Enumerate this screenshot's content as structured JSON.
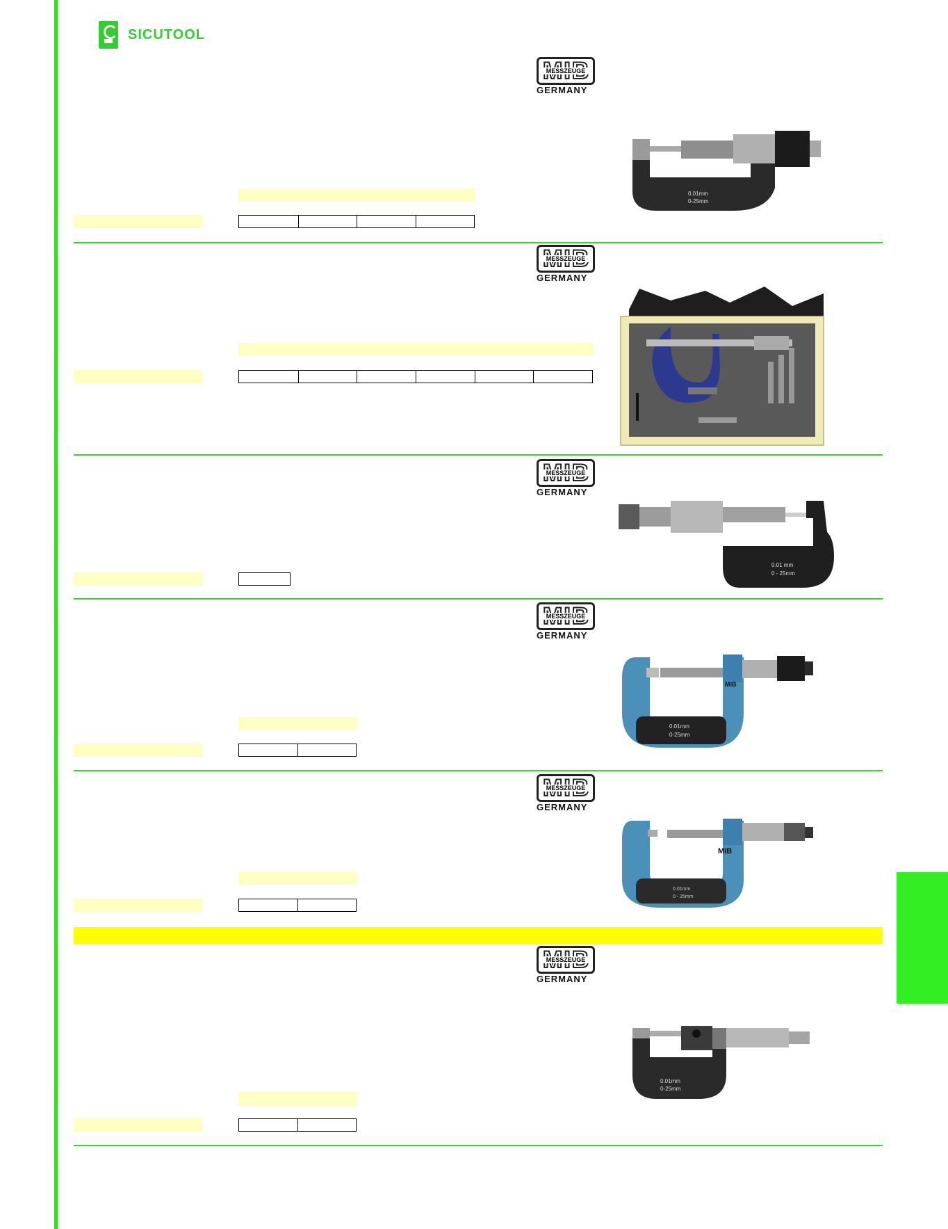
{
  "brand": {
    "name": "SICUTOOL",
    "colors": {
      "accent_green": "#33dd22",
      "label_yellow": "#ffffc4",
      "band_yellow": "#ffff00"
    }
  },
  "mib_badge": {
    "logo_word": "MIB",
    "line1": "MESSZEUGE",
    "line2": "GERMANY"
  },
  "products": [
    {
      "scale": "0.01mm",
      "range": "0-25mm"
    },
    {
      "scale": "",
      "range": ""
    },
    {
      "scale": "0.01 mm",
      "range": "0 - 25mm"
    },
    {
      "scale": "0.01mm",
      "range": "0-25mm",
      "frame_mark": "MIB"
    },
    {
      "scale": "0.01mm",
      "range": "0 - 25mm",
      "frame_mark": "MIB"
    },
    {
      "scale": "0.01mm",
      "range": "0-25mm"
    }
  ]
}
